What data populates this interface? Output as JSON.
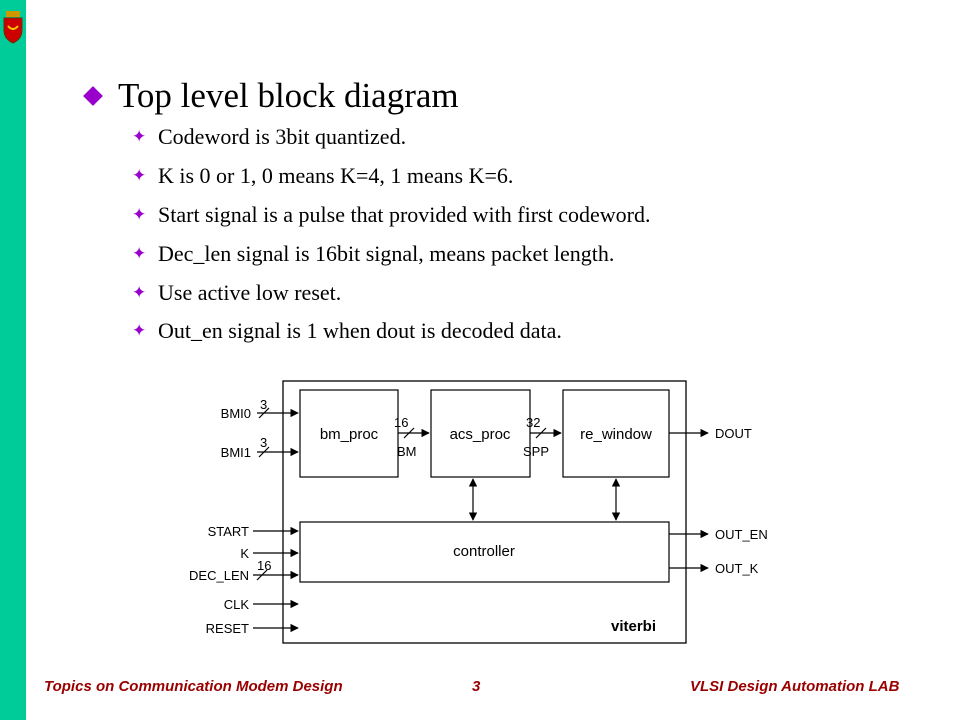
{
  "slide": {
    "title": "Top level block diagram",
    "bullets": [
      "Codeword is 3bit quantized.",
      "K is 0 or 1, 0 means K=4, 1 means K=6.",
      "Start signal is a pulse that provided with first codeword.",
      "Dec_len signal is 16bit signal, means packet length.",
      "Use active low reset.",
      "Out_en signal is 1 when dout is decoded data."
    ]
  },
  "diagram": {
    "module_name": "viterbi",
    "blocks": {
      "bm_proc": "bm_proc",
      "acs_proc": "acs_proc",
      "re_window": "re_window",
      "controller": "controller"
    },
    "inputs": {
      "bmi0": "BMI0",
      "bmi1": "BMI1",
      "start": "START",
      "k": "K",
      "dec_len": "DEC_LEN",
      "clk": "CLK",
      "reset": "RESET"
    },
    "outputs": {
      "dout": "DOUT",
      "out_en": "OUT_EN",
      "out_k": "OUT_K"
    },
    "buses": {
      "bmi0_width": "3",
      "bmi1_width": "3",
      "bm_width": "16",
      "bm_name": "BM",
      "spp_width": "32",
      "spp_name": "SPP",
      "dec_len_width": "16"
    }
  },
  "footer": {
    "left": "Topics on Communication Modem Design",
    "page": "3",
    "right": "VLSI Design Automation LAB"
  },
  "colors": {
    "sidebar": "#00cc99",
    "bullet": "#9900cc",
    "footer": "#990000"
  }
}
